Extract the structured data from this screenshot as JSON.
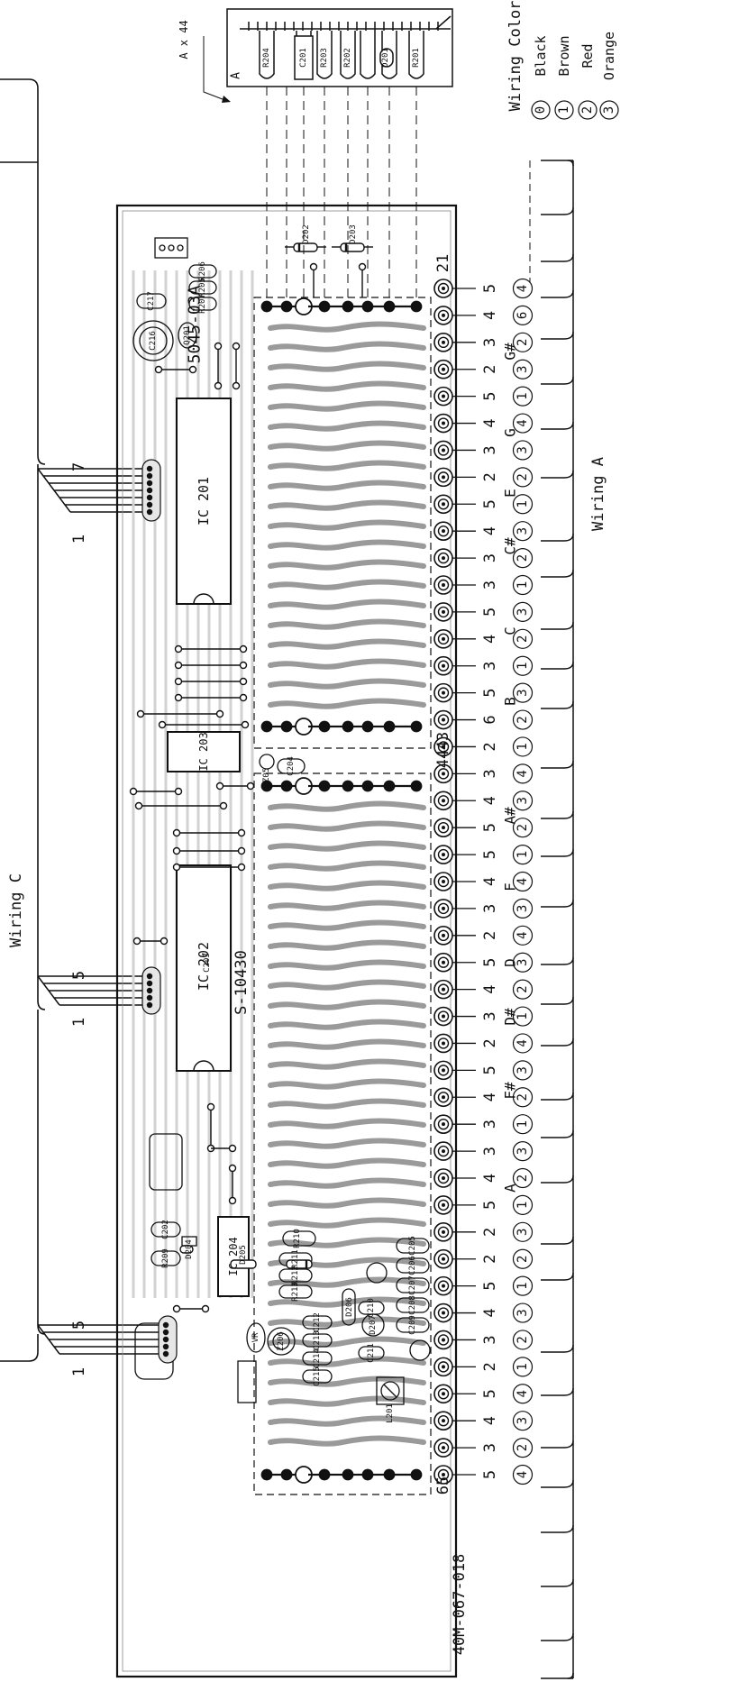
{
  "labels": {
    "wiring_c": "Wiring C",
    "wiring_a": "Wiring A",
    "wiring_color_heading": "Wiring Color",
    "board_number": "5045-03A",
    "part_number": "40M-067-018",
    "component_note": "A x 44",
    "inset_tag": "A",
    "board_marking": "S-10430",
    "left_connector_top": {
      "start": "1",
      "end": "7"
    },
    "left_connector_mid": {
      "start": "1",
      "end": "5"
    },
    "left_connector_bottom": {
      "start": "1",
      "end": "5"
    },
    "edge_pin_numbers": [
      "21",
      "44",
      "43",
      "65"
    ]
  },
  "color_legend": [
    {
      "code": "0",
      "name": "Black"
    },
    {
      "code": "1",
      "name": "Brown"
    },
    {
      "code": "2",
      "name": "Red"
    },
    {
      "code": "3",
      "name": "Orange"
    }
  ],
  "chips": [
    "IC 201",
    "IC 202",
    "IC 203",
    "IC 204"
  ],
  "inset_components": [
    "R204",
    "C201",
    "R203",
    "R202",
    "D201",
    "R201"
  ],
  "board_components": [
    "D202",
    "D203",
    "R206",
    "R205",
    "R207",
    "C217",
    "C216",
    "Q201",
    "C204",
    "Z05",
    "C203",
    "C202",
    "R209",
    "D204",
    "D205",
    "R210",
    "R211",
    "R212",
    "R213",
    "C205",
    "C206",
    "C207",
    "C208",
    "C209",
    "C210",
    "C211",
    "C212",
    "C213",
    "C214",
    "C215",
    "Z206",
    "VR",
    "L201",
    "D206",
    "D207"
  ],
  "notes": [
    "G#",
    "G",
    "E",
    "C#",
    "C",
    "B",
    "A#",
    "F",
    "D",
    "D#",
    "F#",
    "A"
  ],
  "pin_digits": [
    "5",
    "4",
    "3",
    "2",
    "5",
    "4",
    "3",
    "2",
    "5",
    "4",
    "3",
    "3",
    "5",
    "4",
    "3",
    "5",
    "6",
    "2",
    "3",
    "4",
    "5",
    "5",
    "4",
    "3",
    "2",
    "5",
    "4",
    "3",
    "2",
    "5",
    "4",
    "3",
    "3",
    "4",
    "5",
    "2",
    "2",
    "5",
    "4",
    "3",
    "2",
    "5",
    "4",
    "3",
    "5"
  ],
  "circled_codes": [
    "4",
    "6",
    "2",
    "3",
    "1",
    "4",
    "3",
    "2",
    "1",
    "3",
    "2",
    "1",
    "3",
    "2",
    "1",
    "3",
    "2",
    "1",
    "4",
    "3",
    "2",
    "1",
    "4",
    "3",
    "4",
    "3",
    "2",
    "1",
    "4",
    "3",
    "2",
    "1",
    "3",
    "2",
    "1",
    "3",
    "2",
    "1",
    "3",
    "2",
    "1",
    "4",
    "3",
    "2",
    "4"
  ]
}
